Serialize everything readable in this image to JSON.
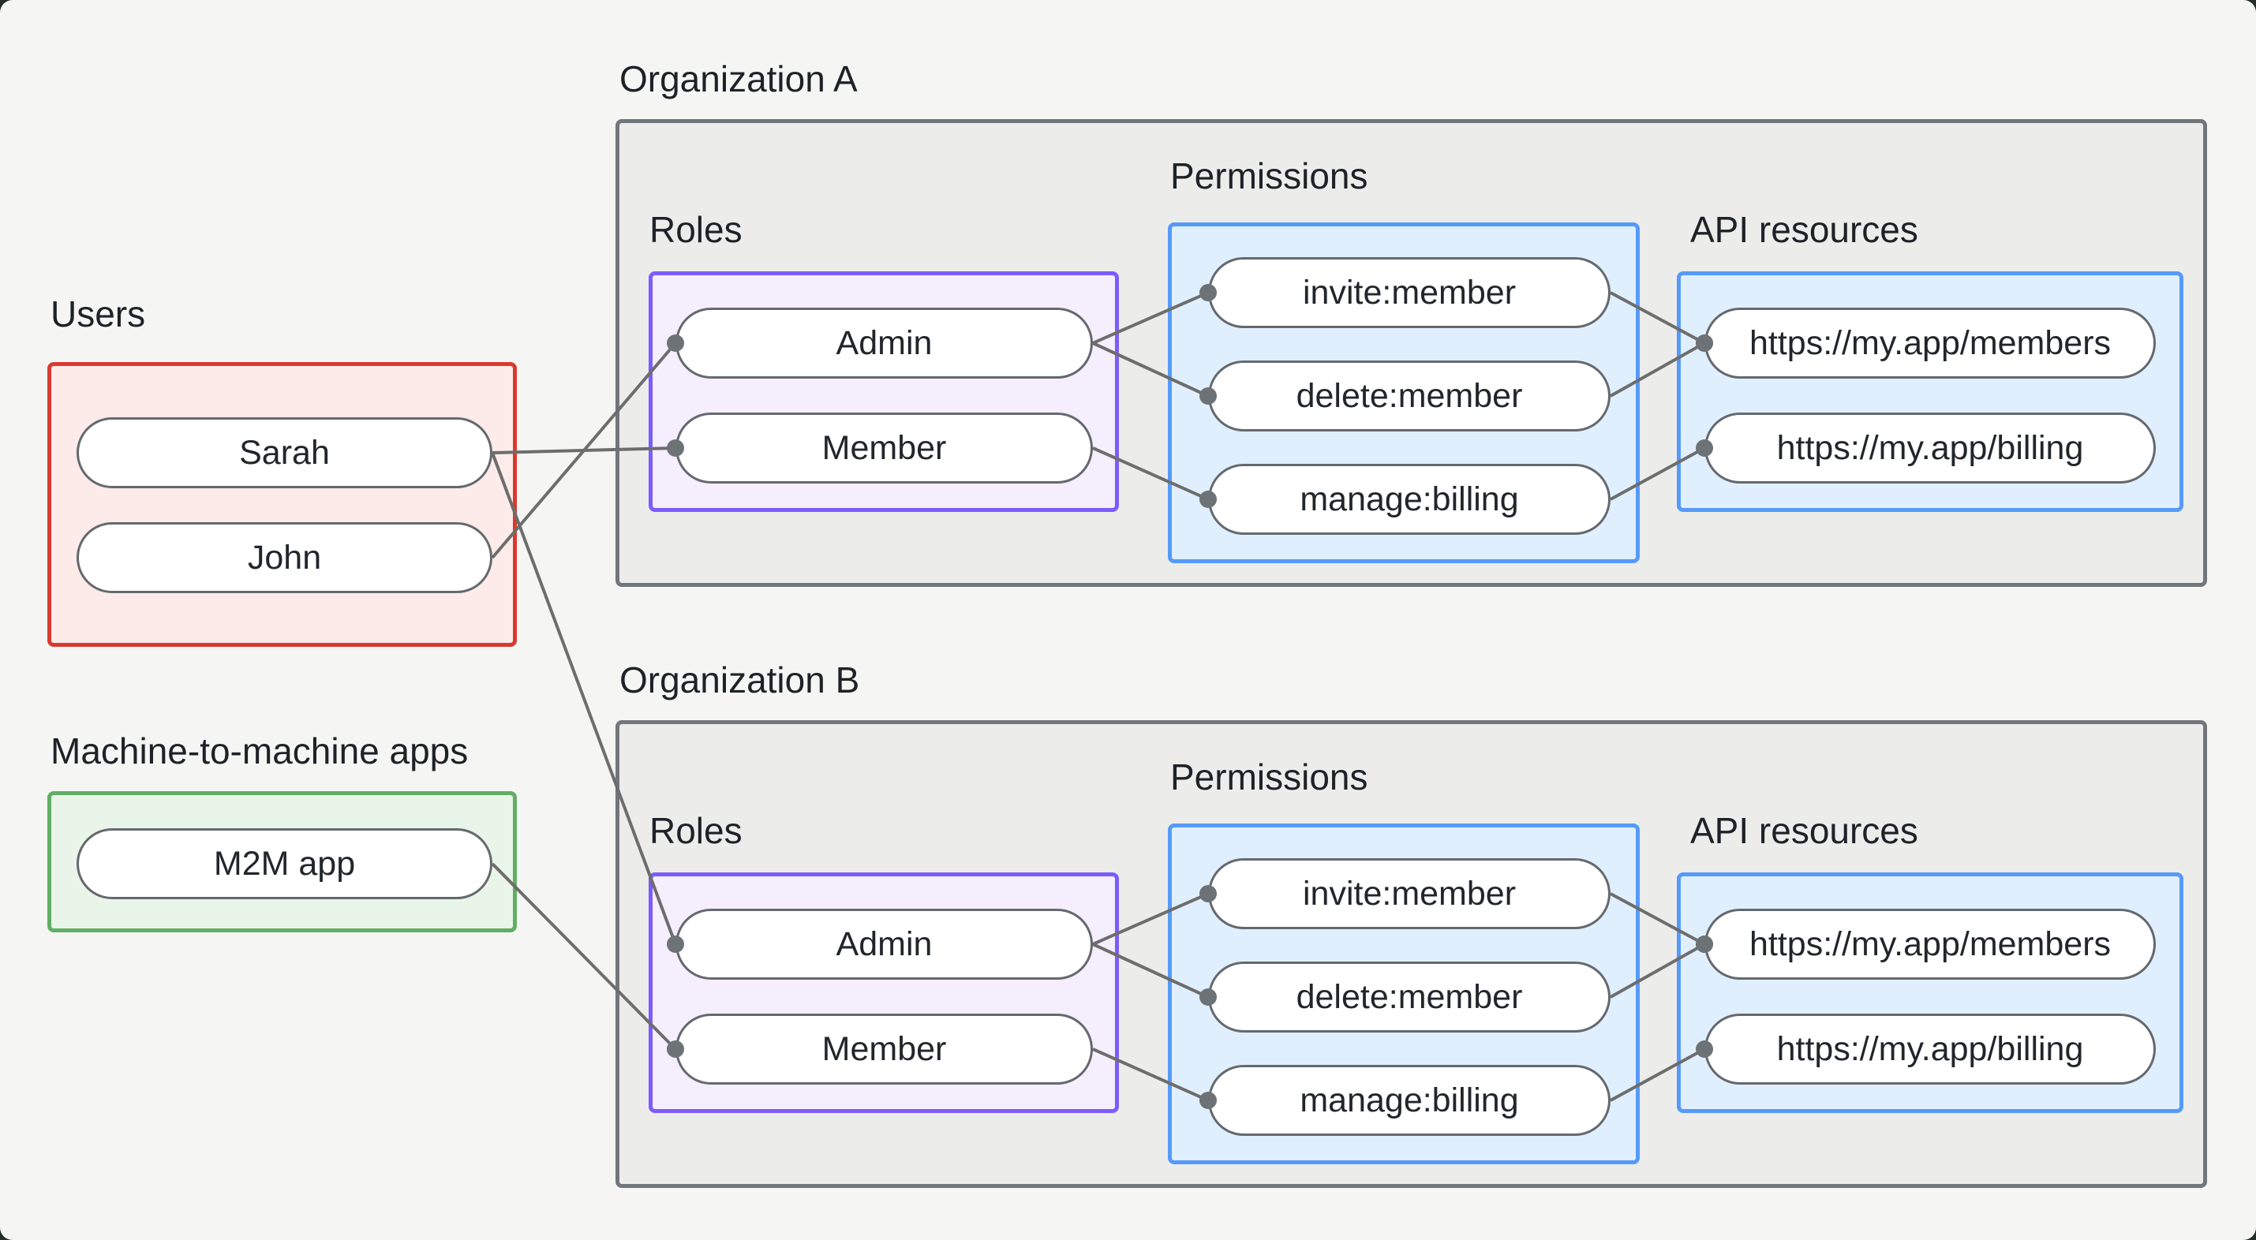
{
  "users": {
    "label": "Users",
    "sarah": "Sarah",
    "john": "John"
  },
  "m2m": {
    "label": "Machine-to-machine apps",
    "app": "M2M app"
  },
  "orgs": [
    {
      "title": "Organization A",
      "roles_label": "Roles",
      "permissions_label": "Permissions",
      "api_label": "API resources",
      "roles": {
        "admin": "Admin",
        "member": "Member"
      },
      "permissions": {
        "invite": "invite:member",
        "delete": "delete:member",
        "manage": "manage:billing"
      },
      "apis": {
        "members": "https://my.app/members",
        "billing": "https://my.app/billing"
      }
    },
    {
      "title": "Organization B",
      "roles_label": "Roles",
      "permissions_label": "Permissions",
      "api_label": "API resources",
      "roles": {
        "admin": "Admin",
        "member": "Member"
      },
      "permissions": {
        "invite": "invite:member",
        "delete": "delete:member",
        "manage": "manage:billing"
      },
      "apis": {
        "members": "https://my.app/members",
        "billing": "https://my.app/billing"
      }
    }
  ],
  "edges": [
    {
      "from": "user-sarah",
      "to": "orgA-member"
    },
    {
      "from": "user-john",
      "to": "orgA-admin"
    },
    {
      "from": "user-sarah",
      "to": "orgB-admin"
    },
    {
      "from": "m2m-app",
      "to": "orgB-member"
    },
    {
      "from": "orgA-admin",
      "to": "orgA-invite"
    },
    {
      "from": "orgA-admin",
      "to": "orgA-delete"
    },
    {
      "from": "orgA-member",
      "to": "orgA-manage"
    },
    {
      "from": "orgA-invite",
      "to": "orgA-members"
    },
    {
      "from": "orgA-delete",
      "to": "orgA-members"
    },
    {
      "from": "orgA-manage",
      "to": "orgA-billing"
    },
    {
      "from": "orgB-admin",
      "to": "orgB-invite"
    },
    {
      "from": "orgB-admin",
      "to": "orgB-delete"
    },
    {
      "from": "orgB-member",
      "to": "orgB-manage"
    },
    {
      "from": "orgB-invite",
      "to": "orgB-members"
    },
    {
      "from": "orgB-delete",
      "to": "orgB-members"
    },
    {
      "from": "orgB-manage",
      "to": "orgB-billing"
    }
  ],
  "style": {
    "edge_color": "#6d6d6d",
    "edge_width": 4,
    "dot_color": "#6d7276",
    "dot_radius": 11,
    "red_border": "#d73a31",
    "green_border": "#61ae65",
    "purple_border": "#7c5cfa",
    "blue_border": "#569af7",
    "gray_border": "#71767a",
    "background": "#f5f6f4"
  }
}
